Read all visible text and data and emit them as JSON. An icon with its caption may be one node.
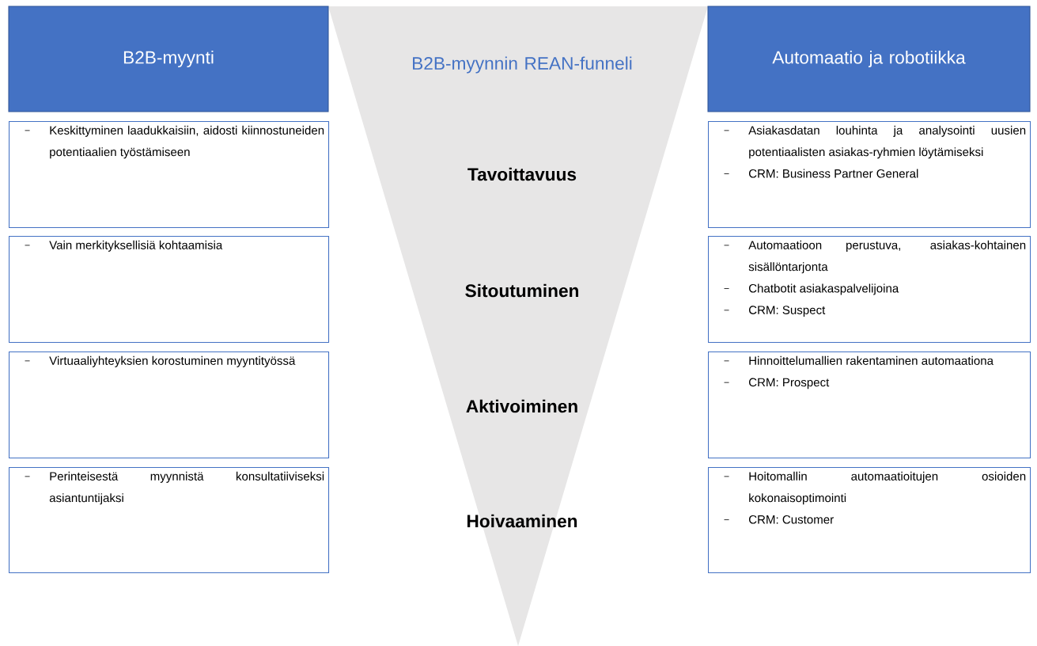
{
  "diagram": {
    "nodes": [
      {
        "text": [
          "B2B-myynti"
        ]
      },
      {
        "text": [
          "B2B-myynnin REAN-funneli",
          "Tavoittavuus",
          "Sitoutuminen",
          "Aktivoiminen",
          "Hoivaaminen"
        ]
      },
      {
        "text": [
          "Automaatio ja robotiikka"
        ]
      },
      {
        "text": [
          "Keskittyminen laadukkaisiin, aidosti kiinnostuneiden potentiaalien työstämiseen"
        ]
      },
      {
        "text": [
          "Asiakasdatan louhinta ja analysointi uusien potentiaalisten asiakas-ryhmien löytämiseksi",
          "CRM: Business Partner General"
        ]
      },
      {
        "text": [
          "Vain merkityksellisiä kohtaamisia"
        ]
      },
      {
        "text": [
          "Automaatioon perustuva, asiakas-kohtainen sisällöntarjonta",
          "Chatbotit asiakaspalvelijoina",
          "CRM: Suspect"
        ]
      },
      {
        "text": [
          "Virtuaaliyhteyksien korostuminen myyntityössä"
        ]
      },
      {
        "text": [
          "Hinnoittelumallien rakentaminen automaationa",
          "CRM: Prospect"
        ]
      },
      {
        "text": [
          "Perinteisestä myynnistä konsultatiiviseksi asiantuntijaksi"
        ]
      },
      {
        "text": [
          "Hoitomallin automaatioitujen osioiden kokonaisoptimointi",
          "CRM: Customer"
        ]
      }
    ]
  }
}
